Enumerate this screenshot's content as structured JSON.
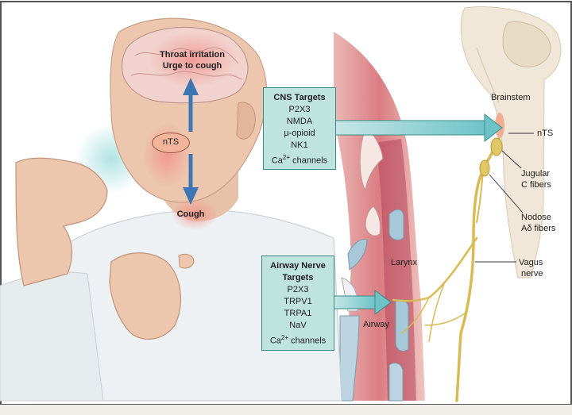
{
  "head_labels": {
    "brain_line1": "Throat irritation",
    "brain_line2": "Urge to cough",
    "nts_oval": "nTS",
    "cough": "Cough"
  },
  "cns_box": {
    "title": "CNS Targets",
    "items": [
      "P2X3",
      "NMDA",
      "μ-opioid",
      "NK1"
    ],
    "ca_prefix": "Ca",
    "ca_sup": "2+",
    "ca_suffix": " channels"
  },
  "airway_box": {
    "title_line1": "Airway Nerve",
    "title_line2": "Targets",
    "items": [
      "P2X3",
      "TRPV1",
      "TRPA1",
      "NaV"
    ],
    "ca_prefix": "Ca",
    "ca_sup": "2+",
    "ca_suffix": " channels"
  },
  "anatomy_labels": {
    "brainstem": "Brainstem",
    "nts": "nTS",
    "jugular_line1": "Jugular",
    "jugular_line2": "C fibers",
    "nodose_line1": "Nodose",
    "nodose_line2": "Aδ fibers",
    "vagus_line1": "Vagus",
    "vagus_line2": "nerve",
    "larynx": "Larynx",
    "airway": "Airway"
  },
  "colors": {
    "box_fill": "#bfe4e0",
    "box_border": "#3a8c86",
    "arrow_blue": "#3c76b4",
    "arrow_teal": "#7cc6c9",
    "nerve_yellow": "#e2c766",
    "airway_red": "#d9767a"
  }
}
